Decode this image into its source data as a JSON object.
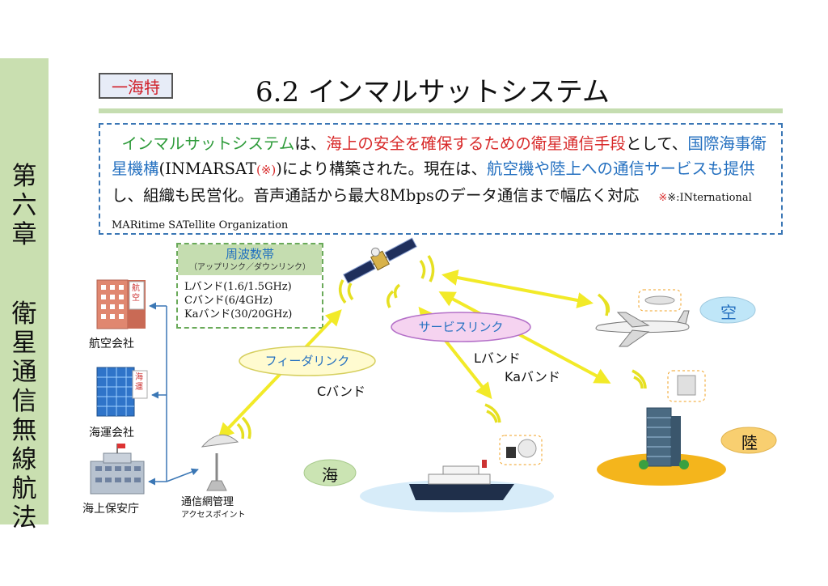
{
  "sidebar": {
    "chapter": "第六章",
    "topic": "衛星通信 無線航法"
  },
  "header": {
    "tag": "一海特",
    "title": "6.2 インマルサットシステム"
  },
  "intro": {
    "s1": "インマルサットシステム",
    "s2": "は、",
    "s3": "海上の安全を確保するための衛星通信手段",
    "s4": "として、",
    "s5": "国際海事衛星機構",
    "s6": "(INMARSAT",
    "s7": "(※)",
    "s8": ")により構築された。現在は、",
    "s9": "航空機や陸上への通信サービスも提供",
    "s10": "し、組織も民営化。音声通話から最大8Mbpsのデータ通信まで幅広く対応",
    "note": "※:INternational MARitime SATellite Organization"
  },
  "freq_box": {
    "title": "周波数帯",
    "subtitle": "（アップリンク／ダウンリンク）",
    "items": [
      "Lバンド(1.6/1.5GHz)",
      "Cバンド(6/4GHz)",
      "Kaバンド(30/20GHz)"
    ]
  },
  "links": {
    "feeder": "フィーダリンク",
    "feeder_band": "Cバンド",
    "service": "サービスリンク",
    "service_band1": "Lバンド",
    "service_band2": "Kaバンド"
  },
  "ground": {
    "aviation": "航空会社",
    "aviation_sign": "航空",
    "shipping": "海運会社",
    "shipping_sign": "海運",
    "coastguard": "海上保安庁",
    "network": "通信網管理",
    "access": "アクセスポイント"
  },
  "regions": {
    "sea": "海",
    "sky": "空",
    "land": "陸"
  },
  "colors": {
    "accent_green": "#2e9b3a",
    "accent_red": "#d82a2a",
    "accent_blue": "#2470c0",
    "beam": "#f2ea28",
    "sidebar": "#c9dfb0"
  }
}
